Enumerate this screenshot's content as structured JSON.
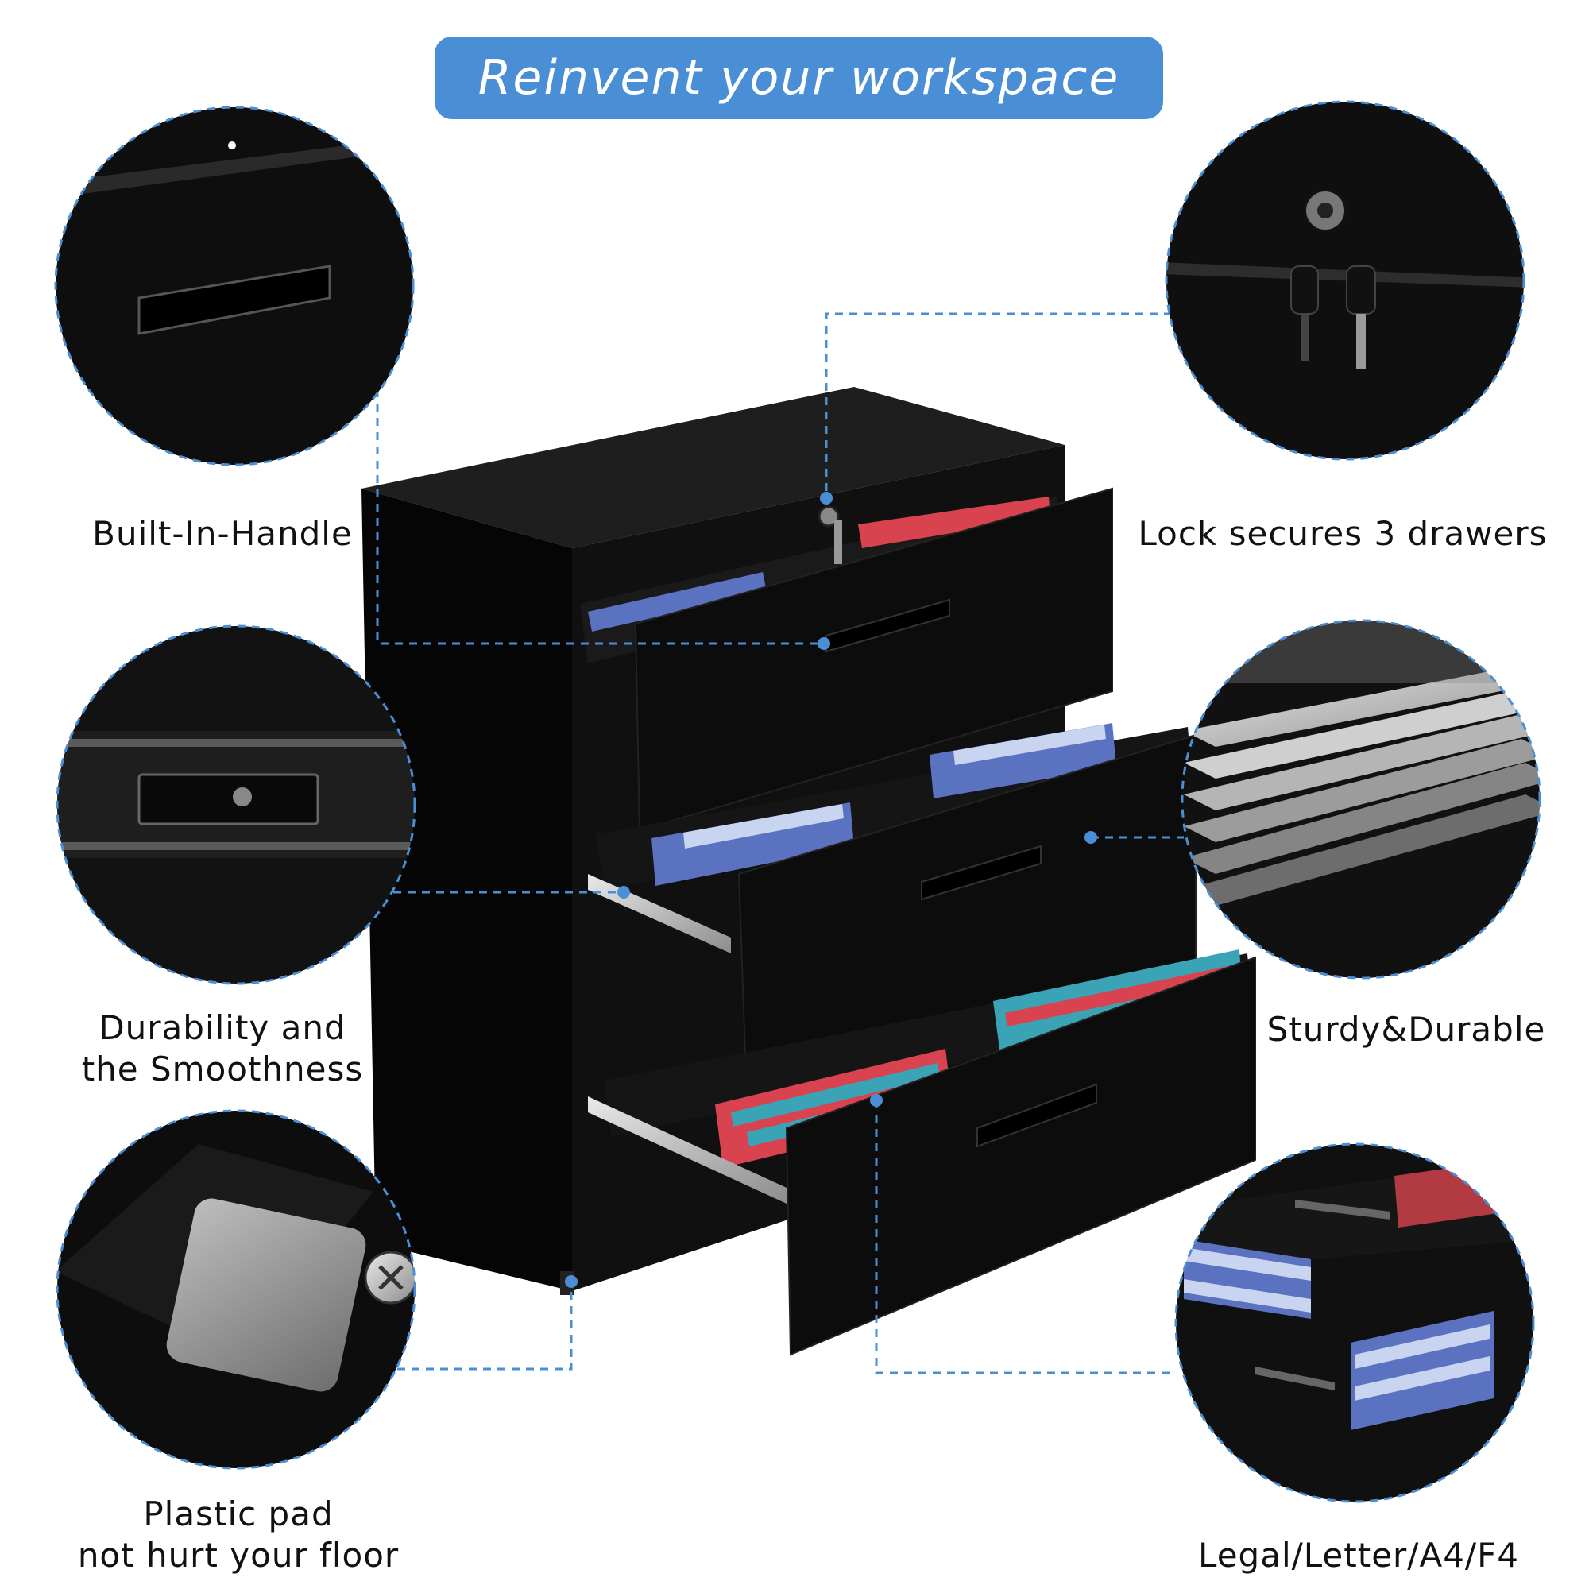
{
  "banner": {
    "title": "Reinvent your workspace"
  },
  "features": {
    "handle": "Built-In-Handle",
    "lock": "Lock secures 3 drawers",
    "durability_line1": "Durability and",
    "durability_line2": "the Smoothness",
    "sturdy": "Sturdy&Durable",
    "pad_line1": "Plastic pad",
    "pad_line2": "not hurt your floor",
    "sizes": "Legal/Letter/A4/F4"
  },
  "colors": {
    "accent": "#4a8fd6",
    "cabinet": "#0b0b0b",
    "folder_blue": "#5a72c0",
    "folder_red": "#d9434f",
    "folder_teal": "#3aa3b5"
  },
  "icons": [
    "handle-icon",
    "lock-icon",
    "key-icon",
    "slide-rail-icon",
    "steel-plate-icon",
    "plastic-pad-icon",
    "screw-icon"
  ]
}
